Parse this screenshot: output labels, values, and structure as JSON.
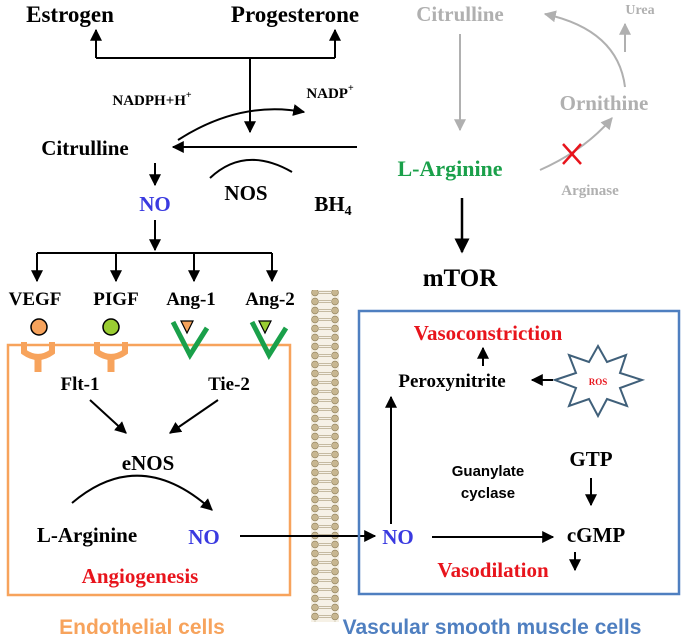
{
  "hormones": {
    "estrogen": "Estrogen",
    "progesterone": "Progesterone"
  },
  "nos_reaction": {
    "nadph": "NADPH+H",
    "nadph_sup": "+",
    "nadp": "NADP",
    "nadp_sup": "+",
    "citrulline": "Citrulline",
    "enzyme": "NOS",
    "cofactor_main": "BH",
    "cofactor_sub": "4",
    "no": "NO"
  },
  "urea_cycle": {
    "citrulline": "Citrulline",
    "urea": "Urea",
    "ornithine": "Ornithine",
    "arginase": "Arginase",
    "l_arginine": "L-Arginine",
    "mtor": "mTOR"
  },
  "growth_factors": {
    "vegf": "VEGF",
    "pigf": "PIGF",
    "ang1": "Ang-1",
    "ang2": "Ang-2"
  },
  "endothelial": {
    "flt1": "Flt-1",
    "tie2": "Tie-2",
    "enos": "eNOS",
    "l_arginine": "L-Arginine",
    "no": "NO",
    "outcome": "Angiogenesis",
    "caption": "Endothelial cells"
  },
  "smooth_muscle": {
    "vasoconstriction": "Vasoconstriction",
    "peroxynitrite": "Peroxynitrite",
    "ros": "ROS",
    "gtp": "GTP",
    "guanylate_line1": "Guanylate",
    "guanylate_line2": "cyclase",
    "no": "NO",
    "cgmp": "cGMP",
    "vasodilation": "Vasodilation",
    "caption": "Vascular smooth muscle cells"
  },
  "colors": {
    "black": "#000000",
    "gray": "#b0b0b0",
    "green": "#1aa04a",
    "blue": "#3a3ae0",
    "red": "#e8141c",
    "orange": "#f7a35c",
    "steel_blue": "#4f7fc0",
    "ros_blue": "#40607a",
    "olive_green": "#9acd32"
  }
}
